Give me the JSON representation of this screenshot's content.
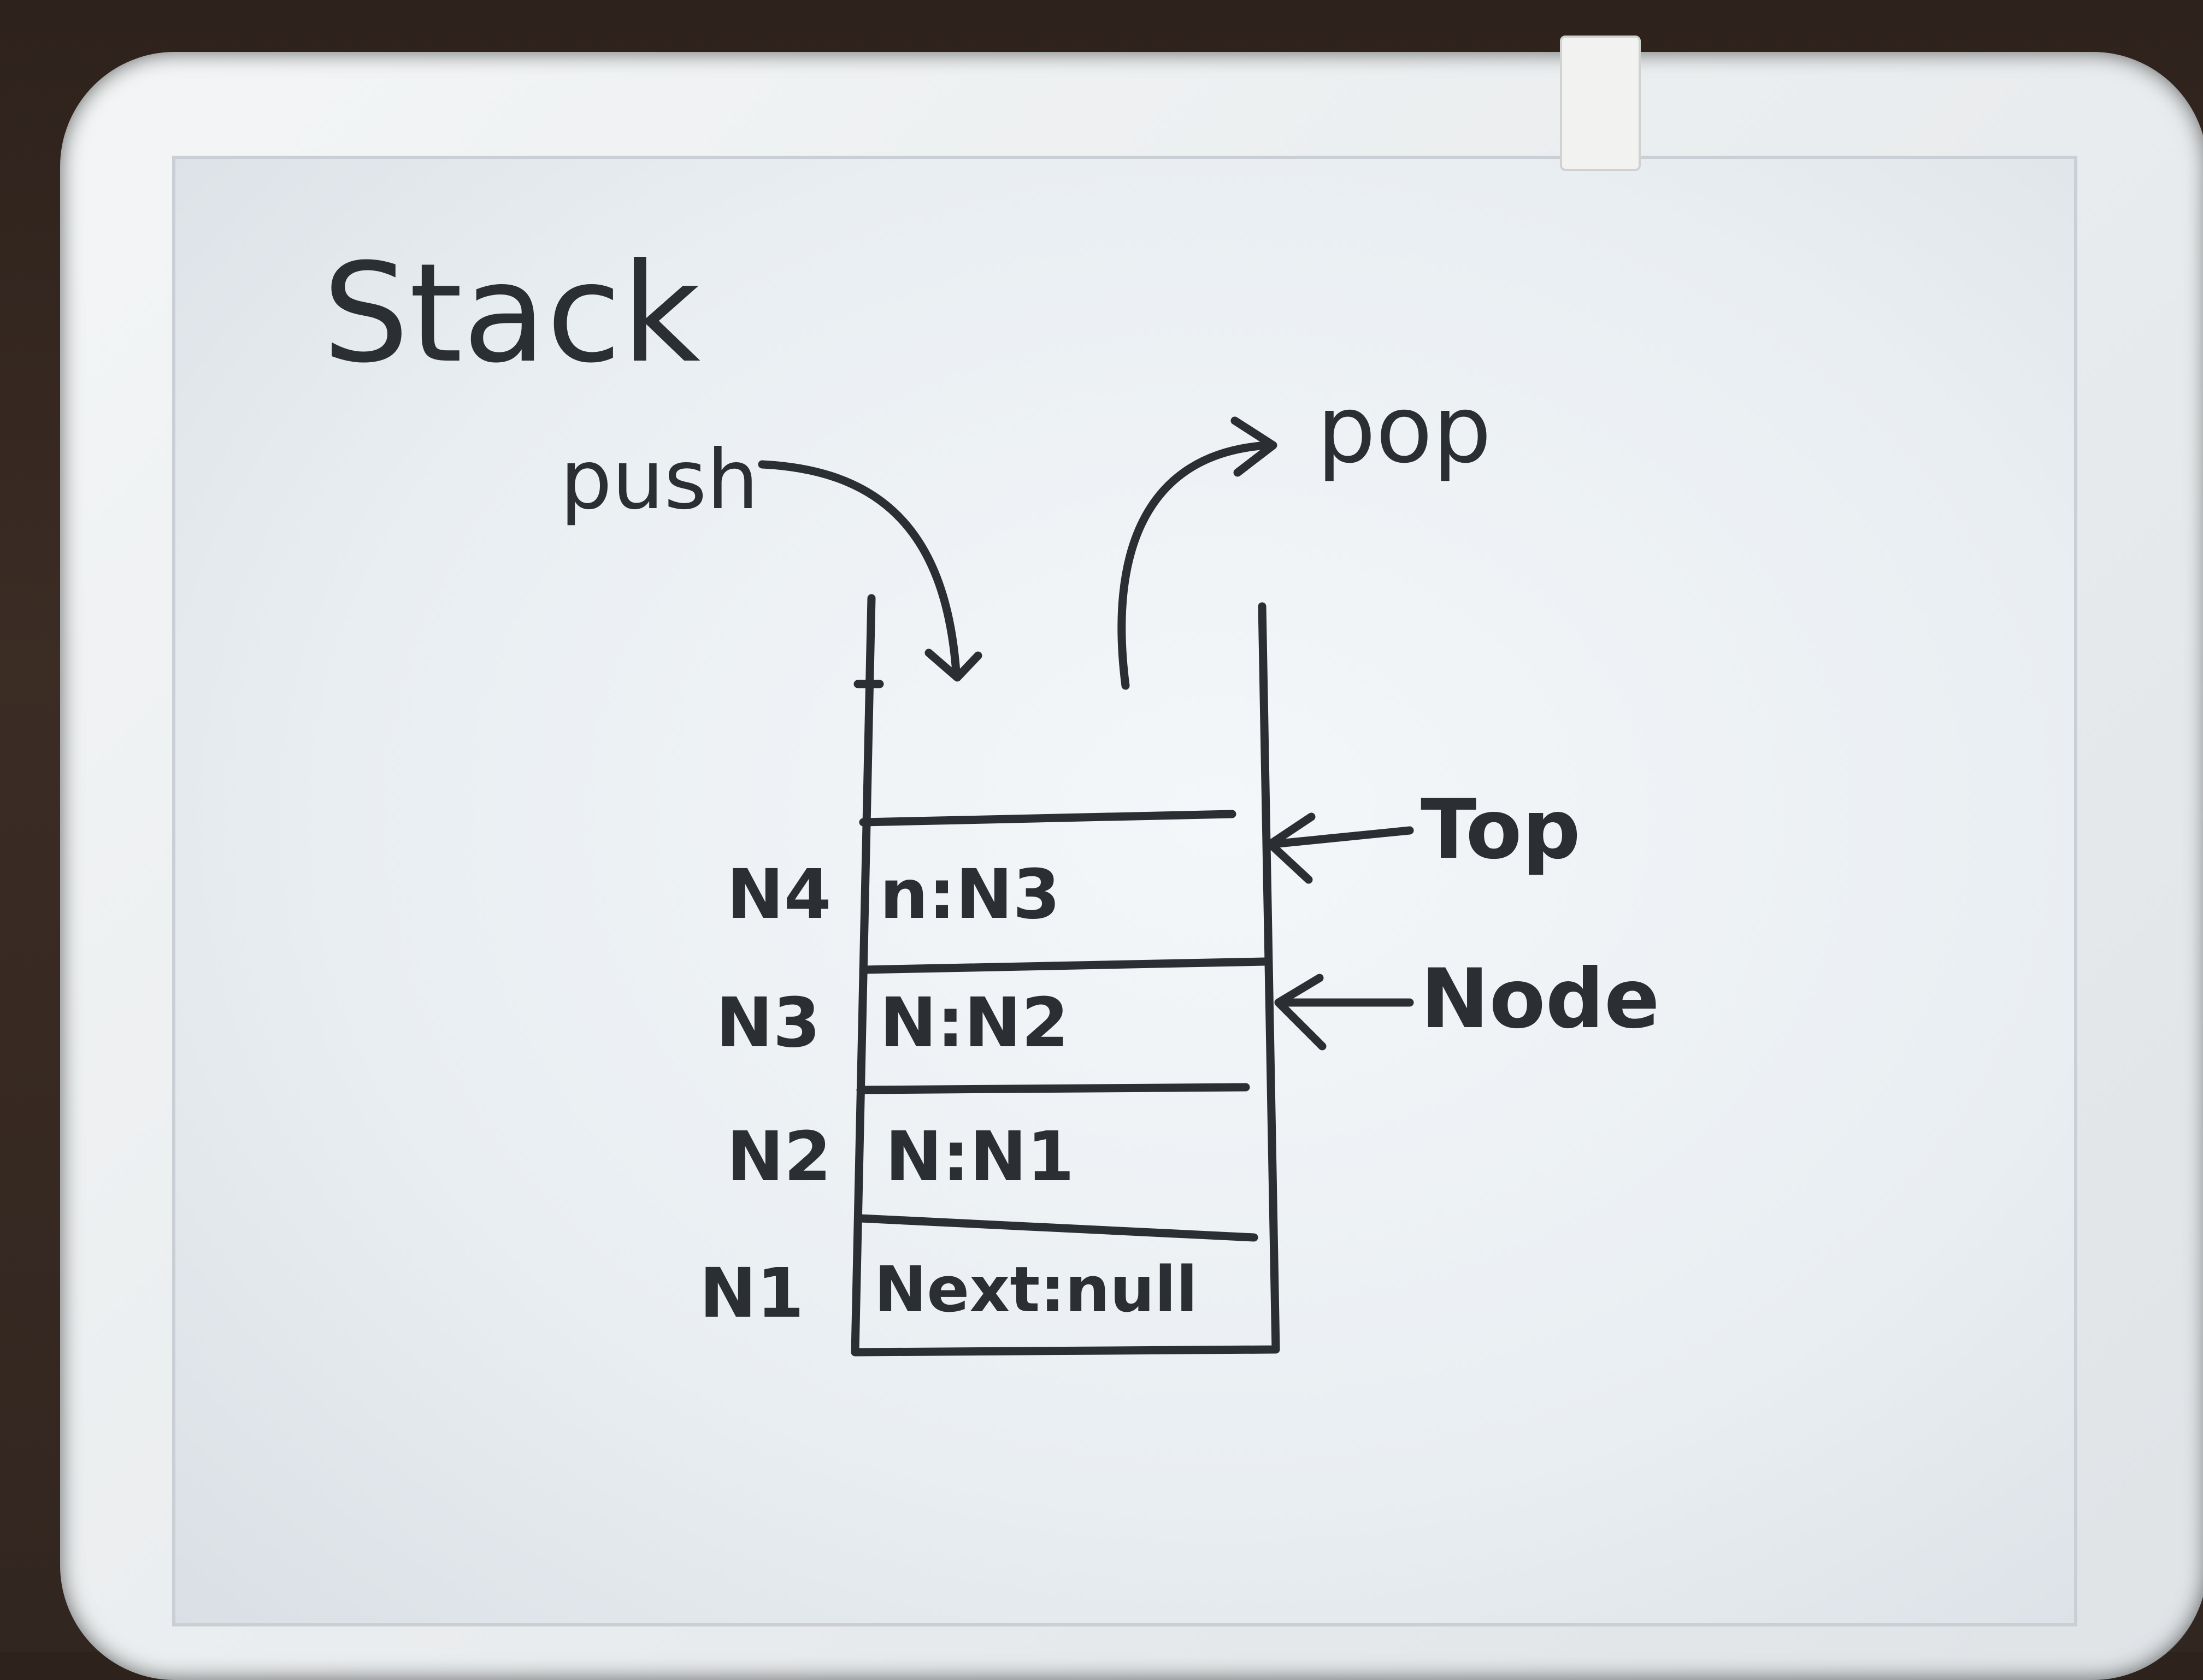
{
  "title": "Stack",
  "operations": {
    "push": "push",
    "pop": "pop"
  },
  "stack_nodes": [
    {
      "name": "N4",
      "content": "n:N3"
    },
    {
      "name": "N3",
      "content": "N:N2"
    },
    {
      "name": "N2",
      "content": "N:N1"
    },
    {
      "name": "N1",
      "content": "Next:null"
    }
  ],
  "annotations": {
    "top": "Top",
    "node": "Node"
  },
  "colors": {
    "marker": "#2b2f33",
    "board": "#eef2f5"
  }
}
